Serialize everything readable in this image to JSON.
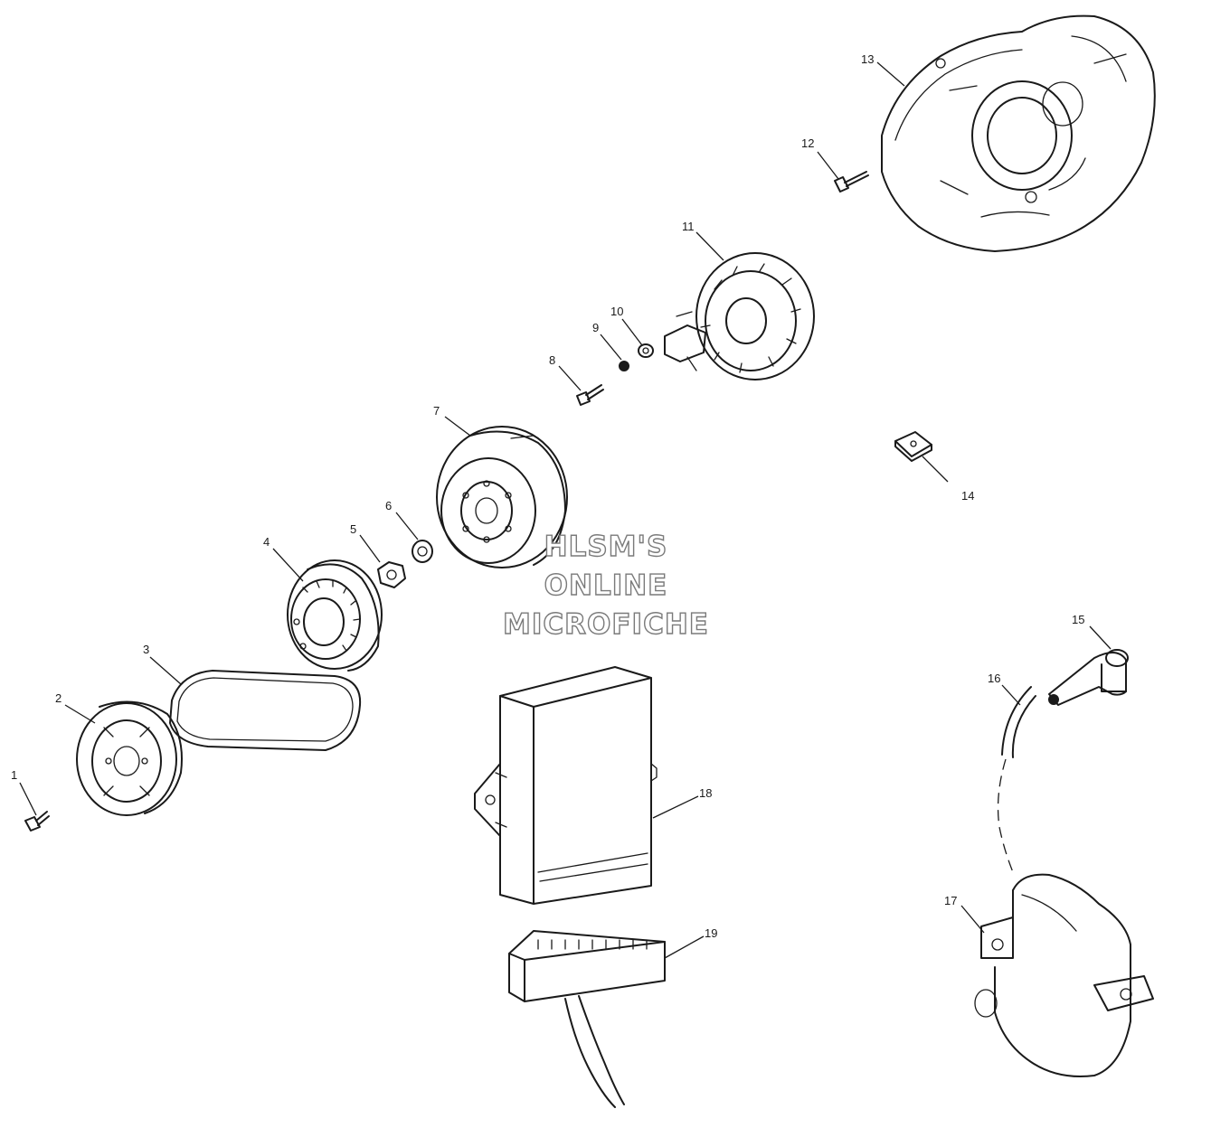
{
  "watermark": {
    "line1": "HLSM'S",
    "line2": "ONLINE",
    "line3": "MICROFICHE"
  },
  "callouts": {
    "c1": "1",
    "c2": "2",
    "c3": "3",
    "c4": "4",
    "c5": "5",
    "c6": "6",
    "c7": "7",
    "c8": "8",
    "c9": "9",
    "c10": "10",
    "c11": "11",
    "c12": "12",
    "c13": "13",
    "c14": "14",
    "c15": "15",
    "c16": "16",
    "c17": "17",
    "c18": "18",
    "c19": "19"
  },
  "colors": {
    "line": "#1a1a1a",
    "watermark_outline": "#7a7a7a",
    "background": "#ffffff"
  }
}
